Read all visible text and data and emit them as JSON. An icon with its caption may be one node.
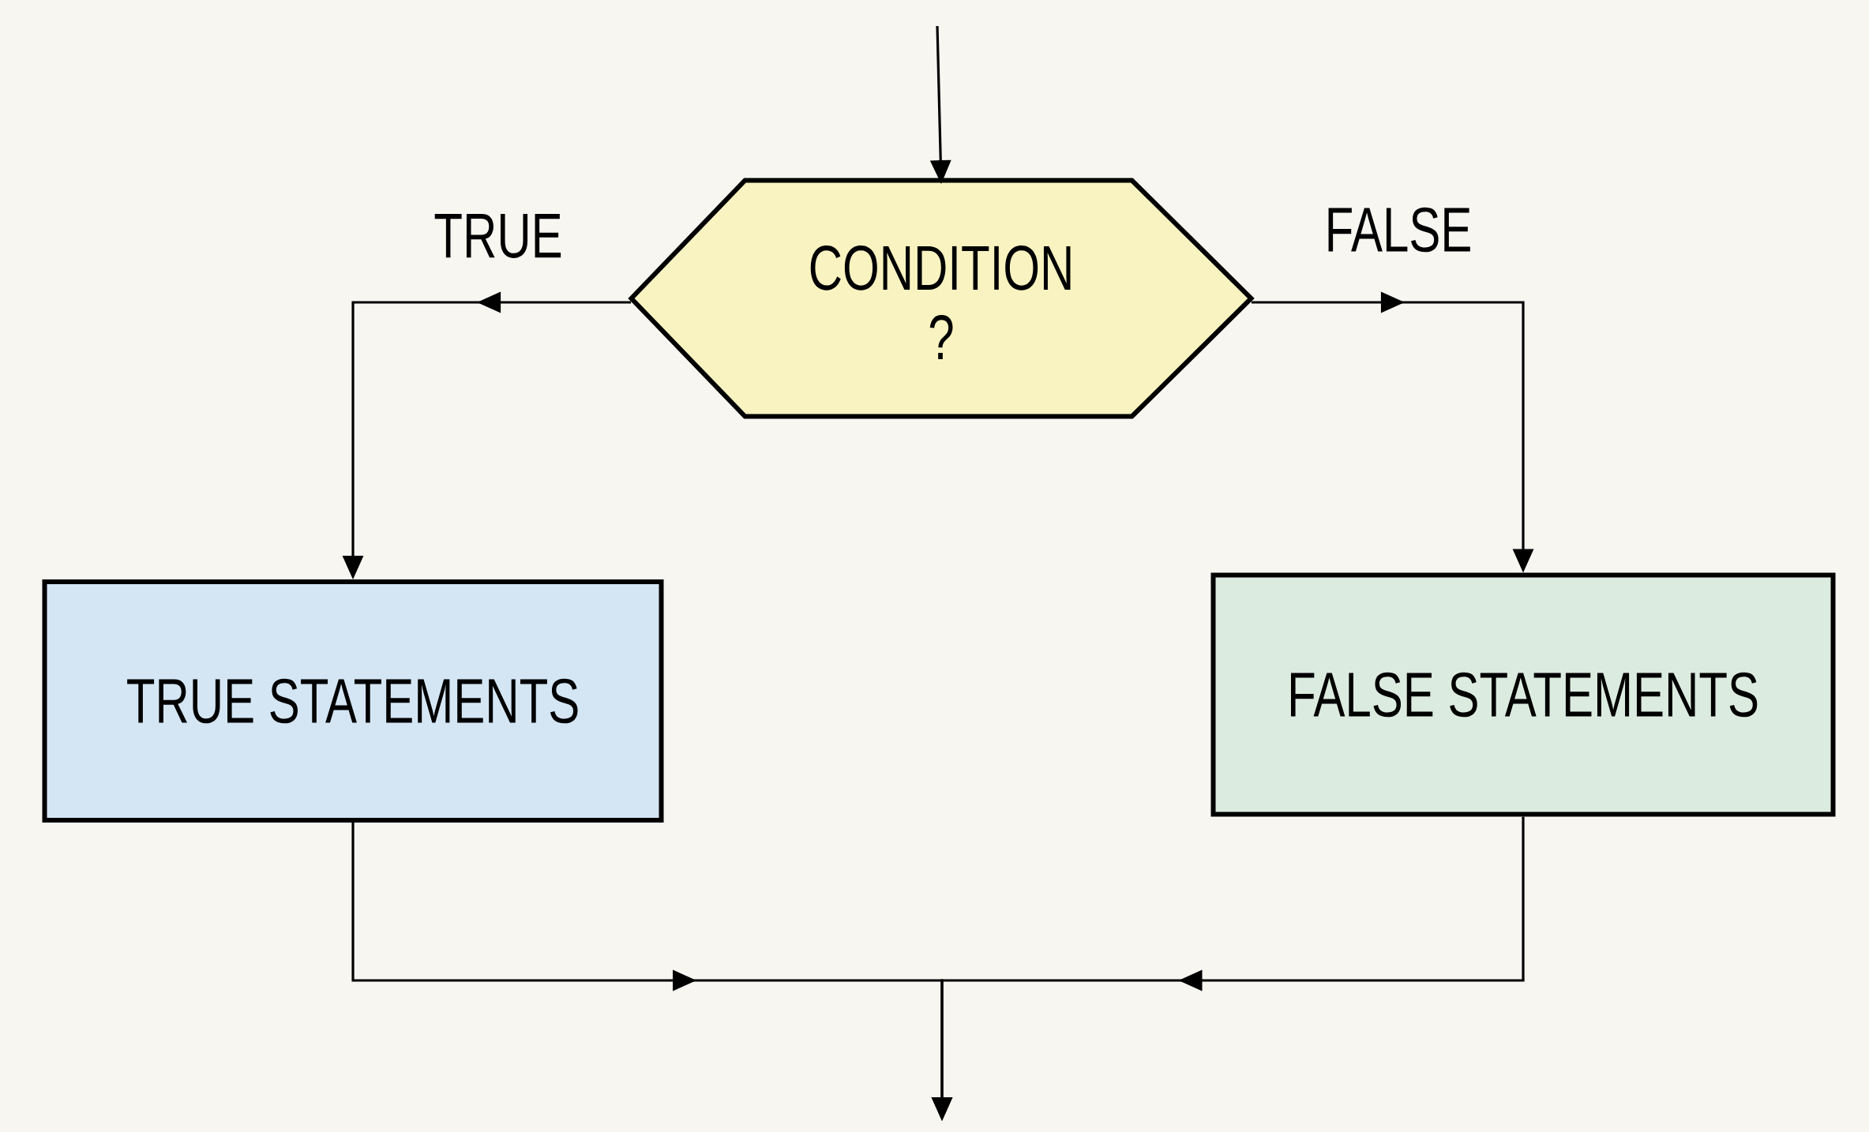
{
  "diagram": {
    "nodes": [
      {
        "text": [
          "CONDITION ?"
        ]
      },
      {
        "text": [
          "TRUE STATEMENTS"
        ]
      },
      {
        "text": [
          "FALSE STATEMENTS"
        ]
      }
    ],
    "edges": [
      {
        "from": null,
        "to": 0,
        "arrow": "to"
      },
      {
        "from": 0,
        "to": 1,
        "arrow": "to",
        "label": "TRUE"
      },
      {
        "from": 0,
        "to": 2,
        "arrow": "to",
        "label": "FALSE"
      },
      {
        "from": 1,
        "to": null,
        "arrow": "to"
      },
      {
        "from": 2,
        "to": null,
        "arrow": "to"
      }
    ]
  }
}
